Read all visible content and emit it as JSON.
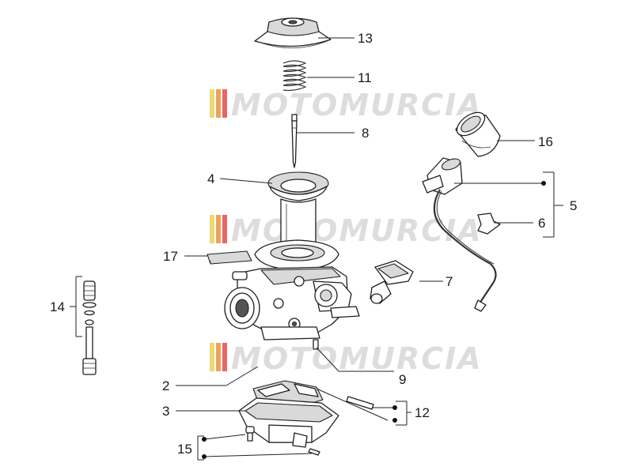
{
  "watermark": {
    "text": "MOTOMURCIA",
    "stripe_colors": [
      "#e8d24a",
      "#e88a3a",
      "#d64545",
      "#b0b0b0"
    ]
  },
  "callouts": [
    "13",
    "11",
    "8",
    "16",
    "4",
    "5",
    "6",
    "17",
    "7",
    "14",
    "2",
    "9",
    "3",
    "12",
    "15"
  ]
}
